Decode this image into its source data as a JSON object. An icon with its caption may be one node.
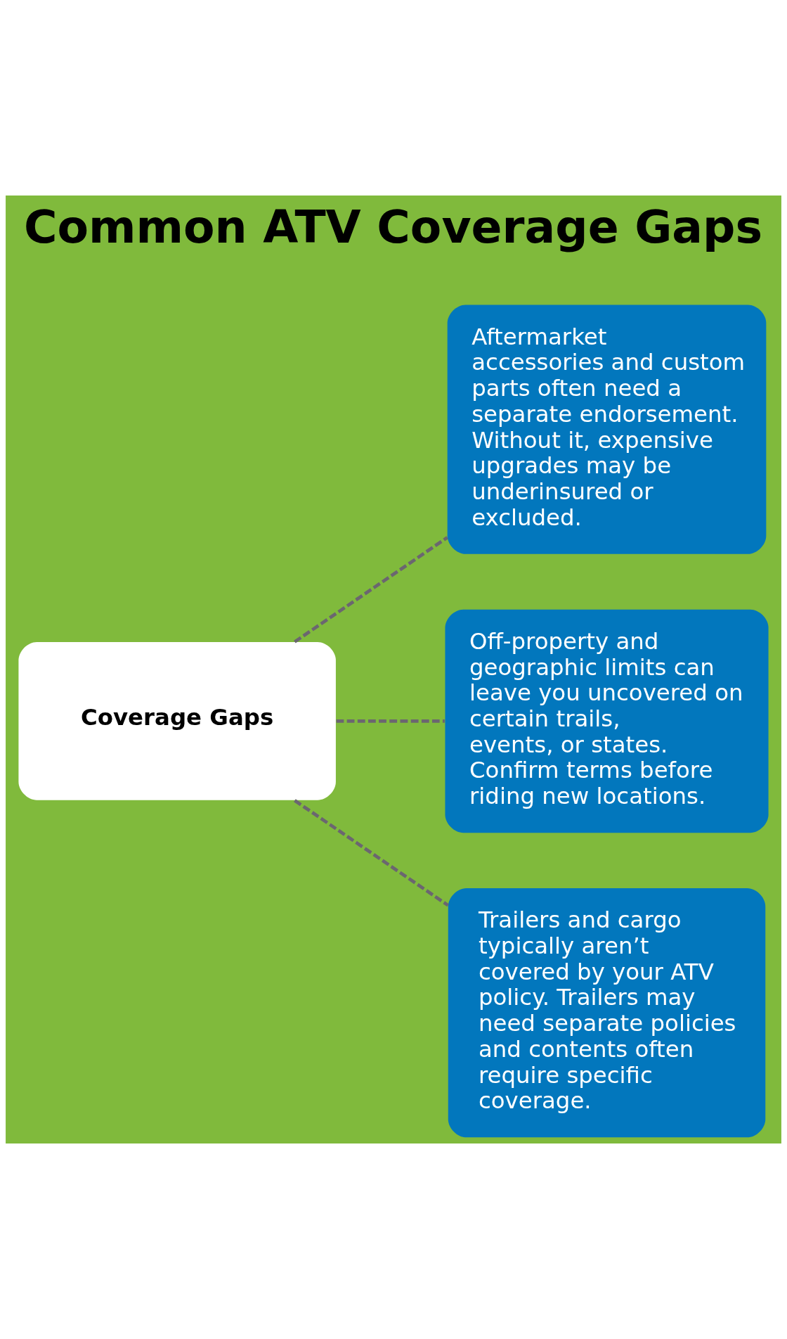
{
  "diagram": {
    "title": "Common ATV Coverage Gaps",
    "nodes": [
      {
        "text": [
          "Coverage Gaps"
        ]
      },
      {
        "text": [
          "Aftermarket accessories and custom parts often need a separate endorsement. Without it, expensive upgrades may be underinsured or excluded."
        ]
      },
      {
        "text": [
          "Off-property and geographic limits can leave you uncovered on certain trails, events, or states. Confirm terms before riding new locations."
        ]
      },
      {
        "text": [
          "Trailers and cargo typically aren’t covered by your ATV policy. Trailers may need separate policies and contents often require specific coverage."
        ]
      }
    ],
    "edges": [
      {
        "from": 0,
        "to": 1,
        "arrow": "none",
        "style": "dashed"
      },
      {
        "from": 0,
        "to": 2,
        "arrow": "none",
        "style": "dashed"
      },
      {
        "from": 0,
        "to": 3,
        "arrow": "none",
        "style": "dashed"
      }
    ]
  }
}
